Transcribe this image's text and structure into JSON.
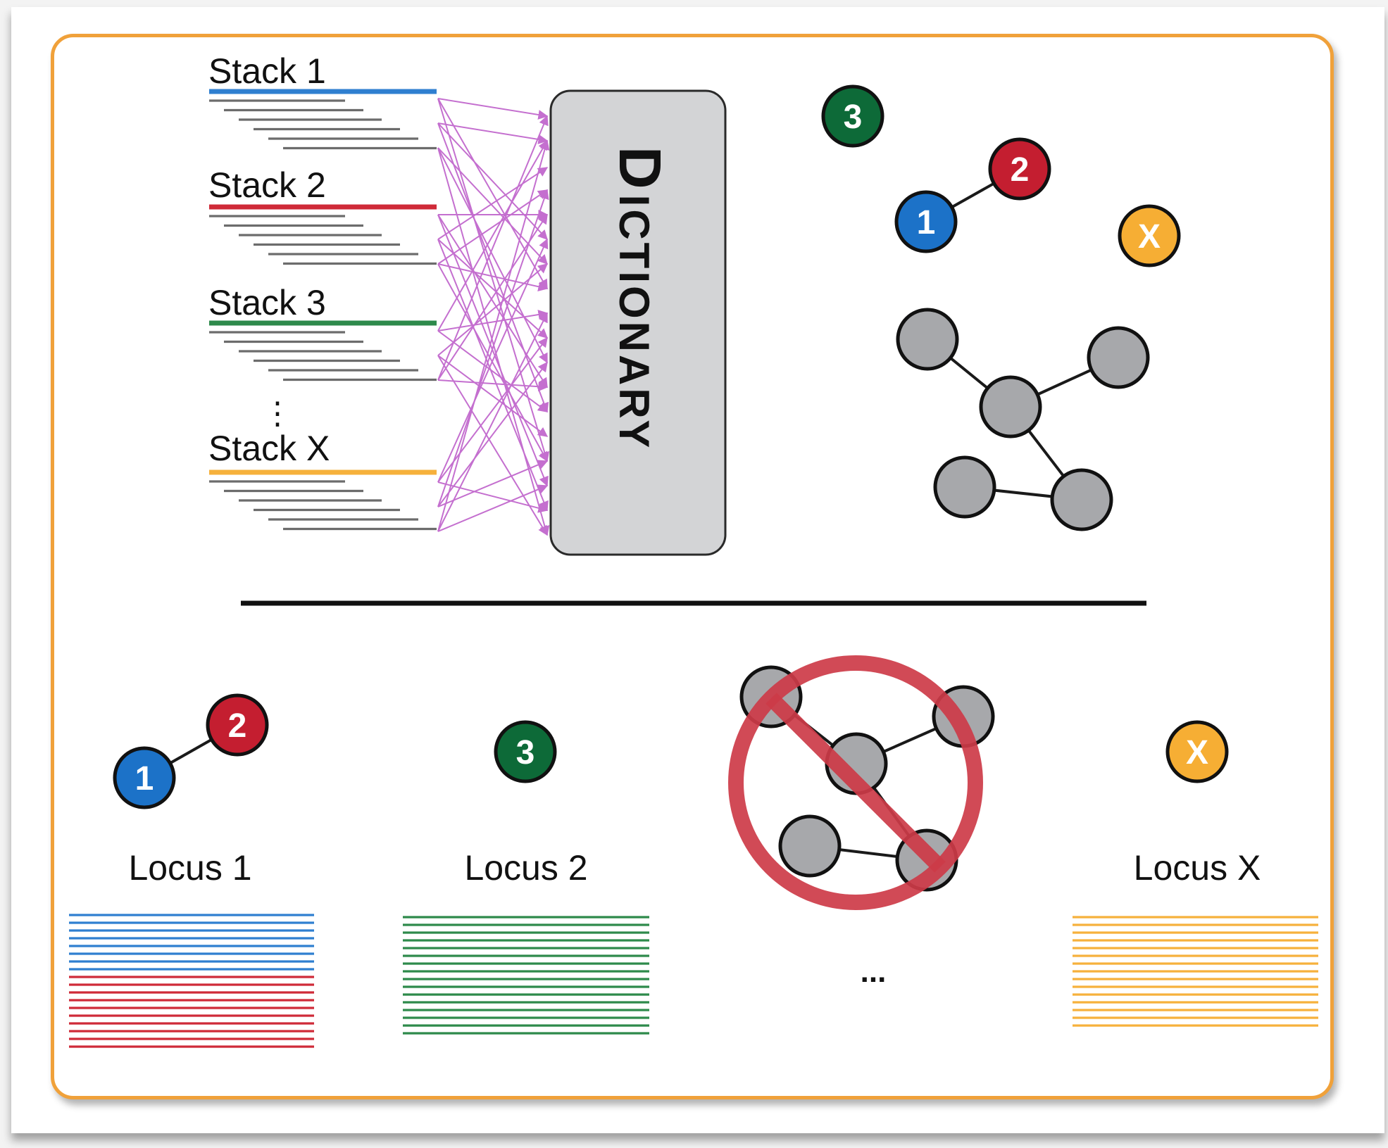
{
  "stacks": [
    {
      "label": "Stack 1",
      "color": "#2f7fd0"
    },
    {
      "label": "Stack 2",
      "color": "#cf2a38"
    },
    {
      "label": "Stack 3",
      "color": "#2e8a4b"
    },
    {
      "label": "Stack X",
      "color": "#f6b13c"
    }
  ],
  "stack_ellipsis": "⋮",
  "dictionary": {
    "first": "D",
    "rest": "ICTIONARY"
  },
  "nodes": {
    "n1": {
      "label": "1",
      "color": "#1c72c8"
    },
    "n2": {
      "label": "2",
      "color": "#c41e30"
    },
    "n3": {
      "label": "3",
      "color": "#0d6a38"
    },
    "nx": {
      "label": "X",
      "color": "#f6ae34"
    }
  },
  "loci": [
    {
      "label": "Locus 1"
    },
    {
      "label": "Locus 2"
    },
    {
      "label": "Locus X"
    }
  ],
  "bottom_ellipsis": "...",
  "colors": {
    "frame": "#f0a13a",
    "arrows": "#c46fcf",
    "gray_node": "#a7a8ab",
    "prohibit": "#cd3b48",
    "read_lines": "#6c6c6c"
  }
}
